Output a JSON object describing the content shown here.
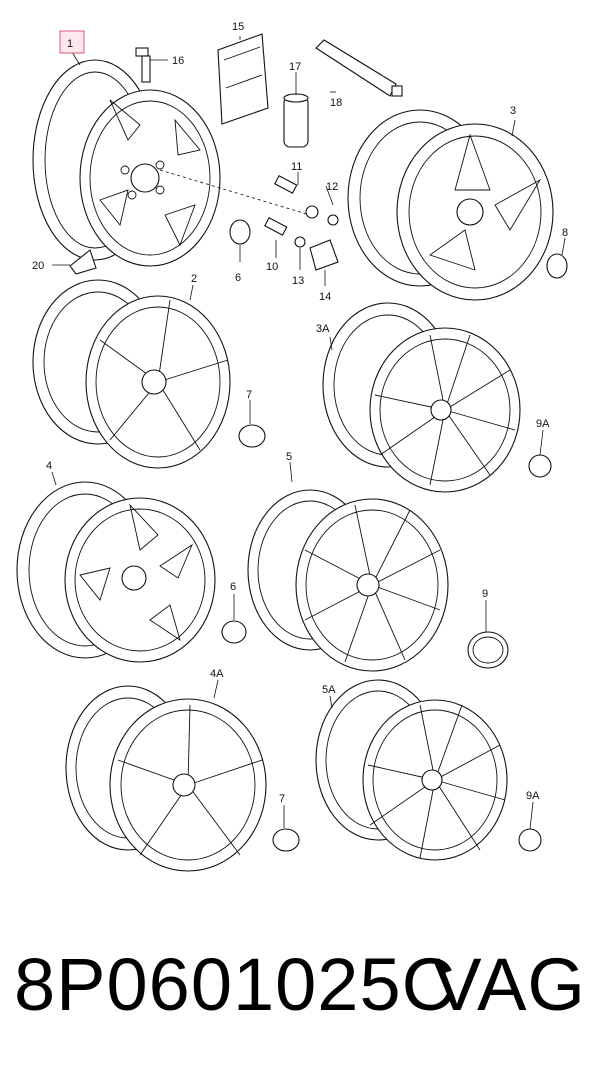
{
  "diagram": {
    "callouts": [
      "1",
      "16",
      "15",
      "17",
      "18",
      "3",
      "11",
      "12",
      "8",
      "20",
      "6",
      "10",
      "13",
      "14",
      "2",
      "3A",
      "7",
      "9A",
      "4",
      "5",
      "6",
      "9",
      "4A",
      "5A",
      "7",
      "9A"
    ]
  },
  "caption": {
    "part_number": "8P0601025C",
    "brand": "VAG"
  }
}
